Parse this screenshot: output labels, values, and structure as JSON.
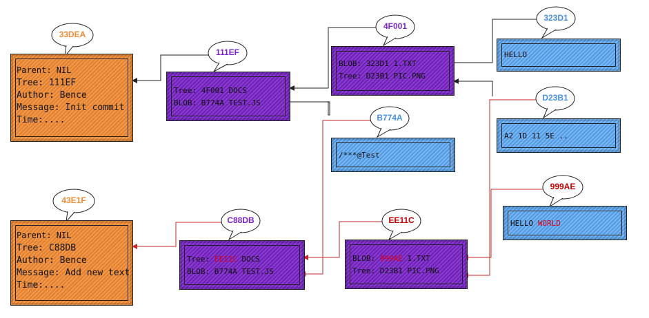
{
  "colors": {
    "orange_fill": "#f28c34",
    "purple_fill": "#7b25c9",
    "blue_fill": "#5aa6f2",
    "black_wire": "#222222",
    "red_wire": "#c62828",
    "label_orange": "#f28c34",
    "label_purple": "#7b25c9",
    "label_blue": "#4a90e2",
    "label_red": "#c00000"
  },
  "nodes": {
    "commit_1": {
      "hash": "33DEA",
      "lines": [
        "Parent: NIL",
        "Tree: 111EF",
        "Author: Bence",
        "Message: Init commit",
        "Time:...."
      ]
    },
    "tree_1": {
      "hash": "111EF",
      "line1": "Tree: 4F001 DOCS",
      "line2": "BLOB: B774A TEST.JS"
    },
    "tree_docs_1": {
      "hash": "4F001",
      "line1": "BLOB: 323D1 1.TXT",
      "line2": "Tree: D23B1 PIC.PNG"
    },
    "blob_hello": {
      "hash": "323D1",
      "text": "HELLO"
    },
    "blob_pic": {
      "hash": "D23B1",
      "text": "A2 1D 11 5E .."
    },
    "blob_test": {
      "hash": "B774A",
      "text": "/***@Test"
    },
    "blob_hello_world": {
      "hash": "999AE",
      "text_a": "HELLO ",
      "text_b": "WORLD"
    },
    "commit_2": {
      "hash": "43E1F",
      "lines": [
        "Parent: NIL",
        "Tree: C88DB",
        "Author: Bence",
        "Message: Add new text",
        "Time:...."
      ]
    },
    "tree_2": {
      "hash": "C88DB",
      "line1_a": "Tree: ",
      "line1_b": "EE11C",
      "line1_c": " DOCS",
      "line2": "BLOB: B774A TEST.JS"
    },
    "tree_docs_2": {
      "hash": "EE11C",
      "line1_a": "BLOB: ",
      "line1_b": "999AE",
      "line1_c": " 1.TXT",
      "line2": "Tree: D23B1 PIC.PNG"
    }
  }
}
